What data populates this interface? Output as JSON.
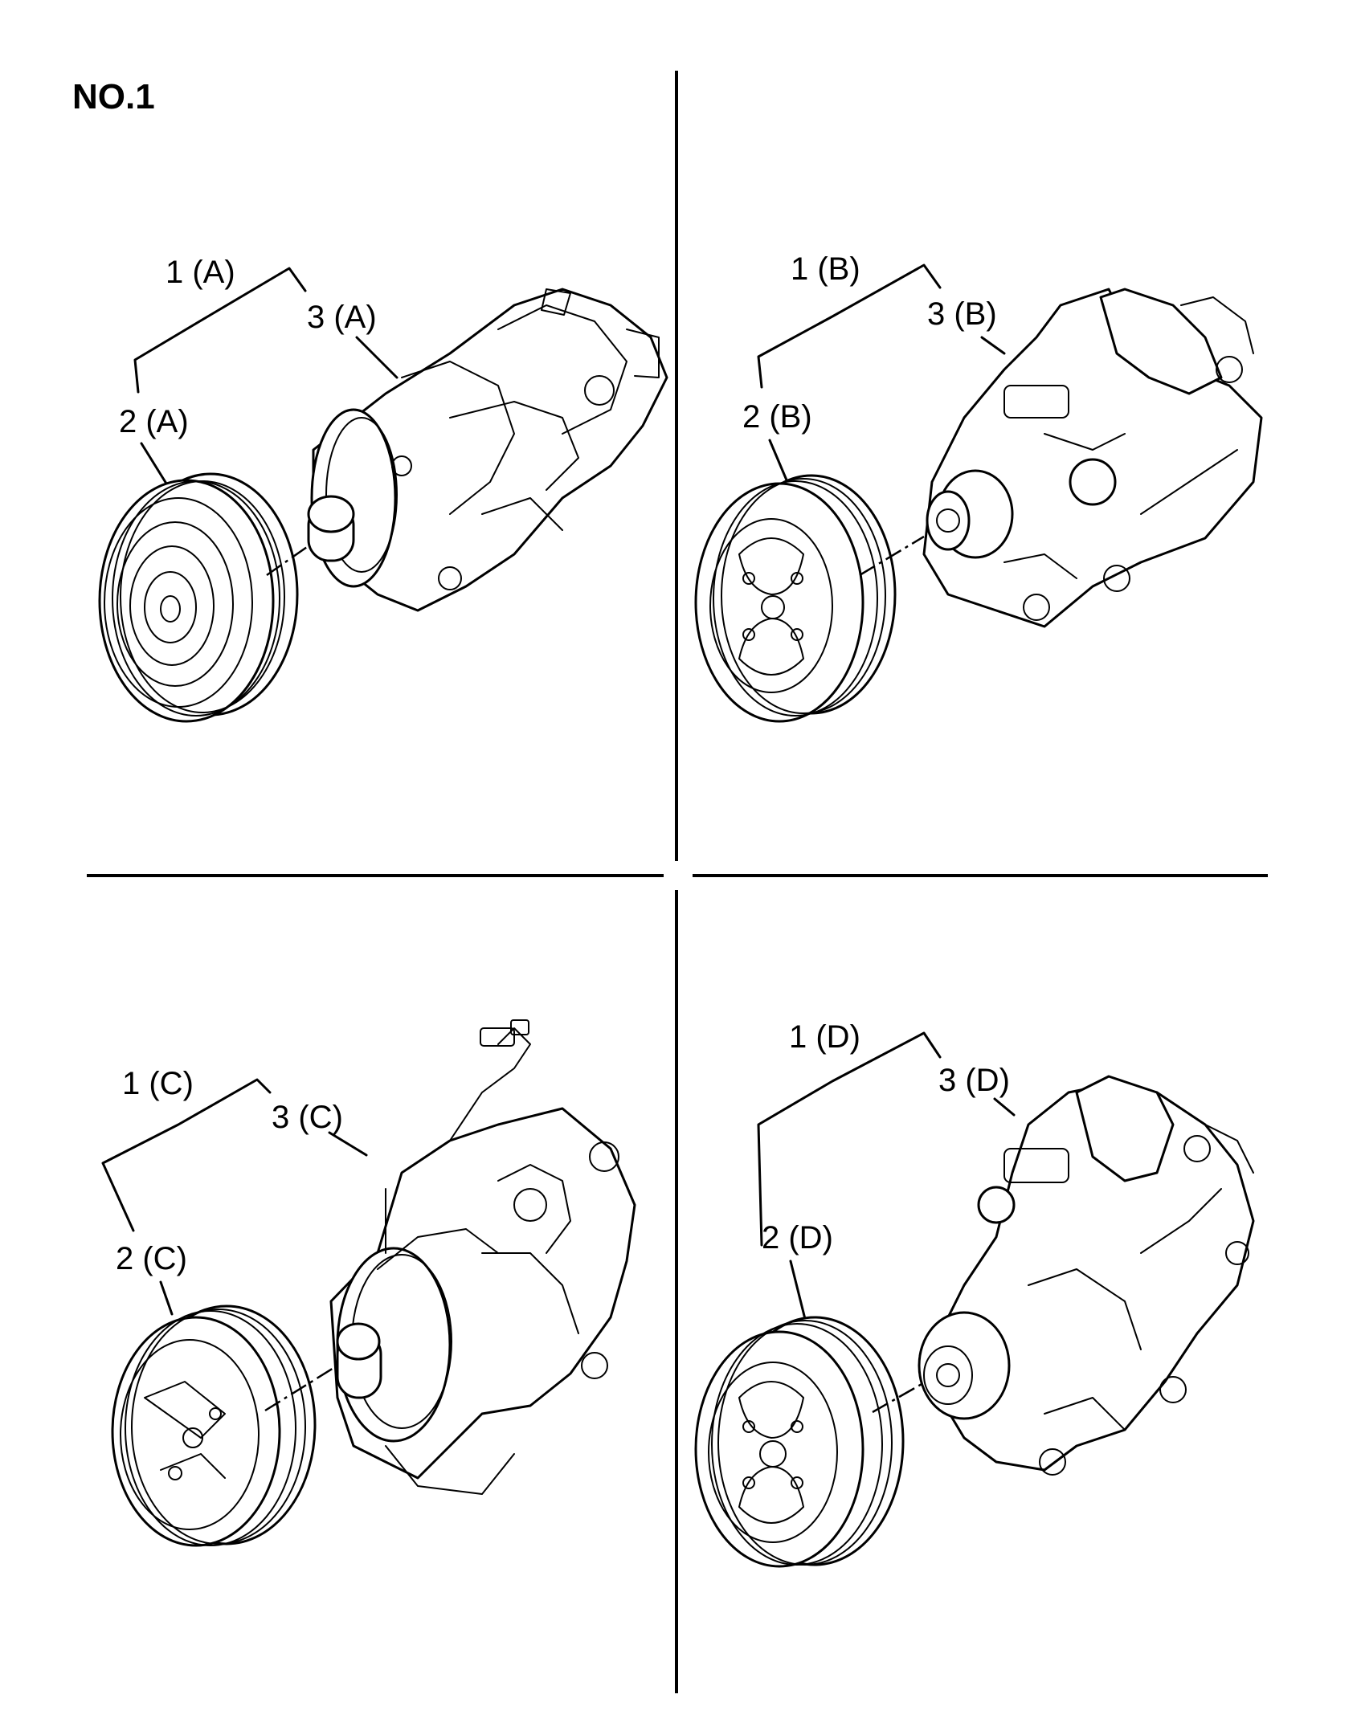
{
  "sheet_title": "NO.1",
  "panels": [
    {
      "id": "A",
      "labels": {
        "assembly": "1 (A)",
        "pulley": "2 (A)",
        "compressor": "3 (A)"
      }
    },
    {
      "id": "B",
      "labels": {
        "assembly": "1 (B)",
        "pulley": "2 (B)",
        "compressor": "3 (B)"
      }
    },
    {
      "id": "C",
      "labels": {
        "assembly": "1 (C)",
        "pulley": "2 (C)",
        "compressor": "3 (C)"
      }
    },
    {
      "id": "D",
      "labels": {
        "assembly": "1 (D)",
        "pulley": "2 (D)",
        "compressor": "3 (D)"
      }
    }
  ]
}
